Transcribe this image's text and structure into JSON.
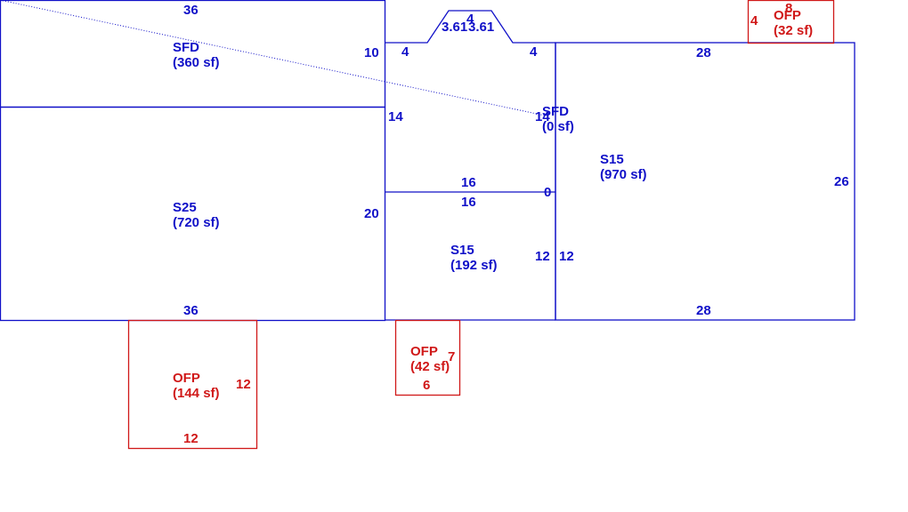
{
  "colors": {
    "dwelling": "#1010c8",
    "porch": "#d01818"
  },
  "areas": {
    "sfd_main": {
      "code": "SFD",
      "area": "(360 sf)"
    },
    "sfd_small": {
      "code": "SFD",
      "area": "(0 sf)"
    },
    "s25": {
      "code": "S25",
      "area": "(720 sf)"
    },
    "s15_mid": {
      "code": "S15",
      "area": "(192 sf)"
    },
    "s15_right": {
      "code": "S15",
      "area": "(970 sf)"
    },
    "ofp_bottom_left": {
      "code": "OFP",
      "area": "(144 sf)"
    },
    "ofp_bottom_mid": {
      "code": "OFP",
      "area": "(42 sf)"
    },
    "ofp_top_right": {
      "code": "OFP",
      "area": "(32 sf)"
    }
  },
  "dimensions": {
    "sfd_top": "36",
    "sfd_right": "10",
    "s25_right": "20",
    "s25_bottom": "36",
    "mid_left_upper": "4",
    "mid_right_upper": "4",
    "bump_top": "4",
    "bump_left": "3.61",
    "bump_right": "3.61",
    "mid_left": "14",
    "mid_right": "14",
    "mid_divider_upper": "16",
    "mid_divider_lower": "16",
    "mid_zero": "0",
    "mid_lower_right": "12",
    "right_lower_left": "12",
    "right_top": "28",
    "right_side": "26",
    "right_bottom": "28",
    "ofp_bl_right": "12",
    "ofp_bl_bottom": "12",
    "ofp_bm_right": "7",
    "ofp_bm_bottom": "6",
    "ofp_tr_left": "4",
    "ofp_tr_top": "8"
  }
}
